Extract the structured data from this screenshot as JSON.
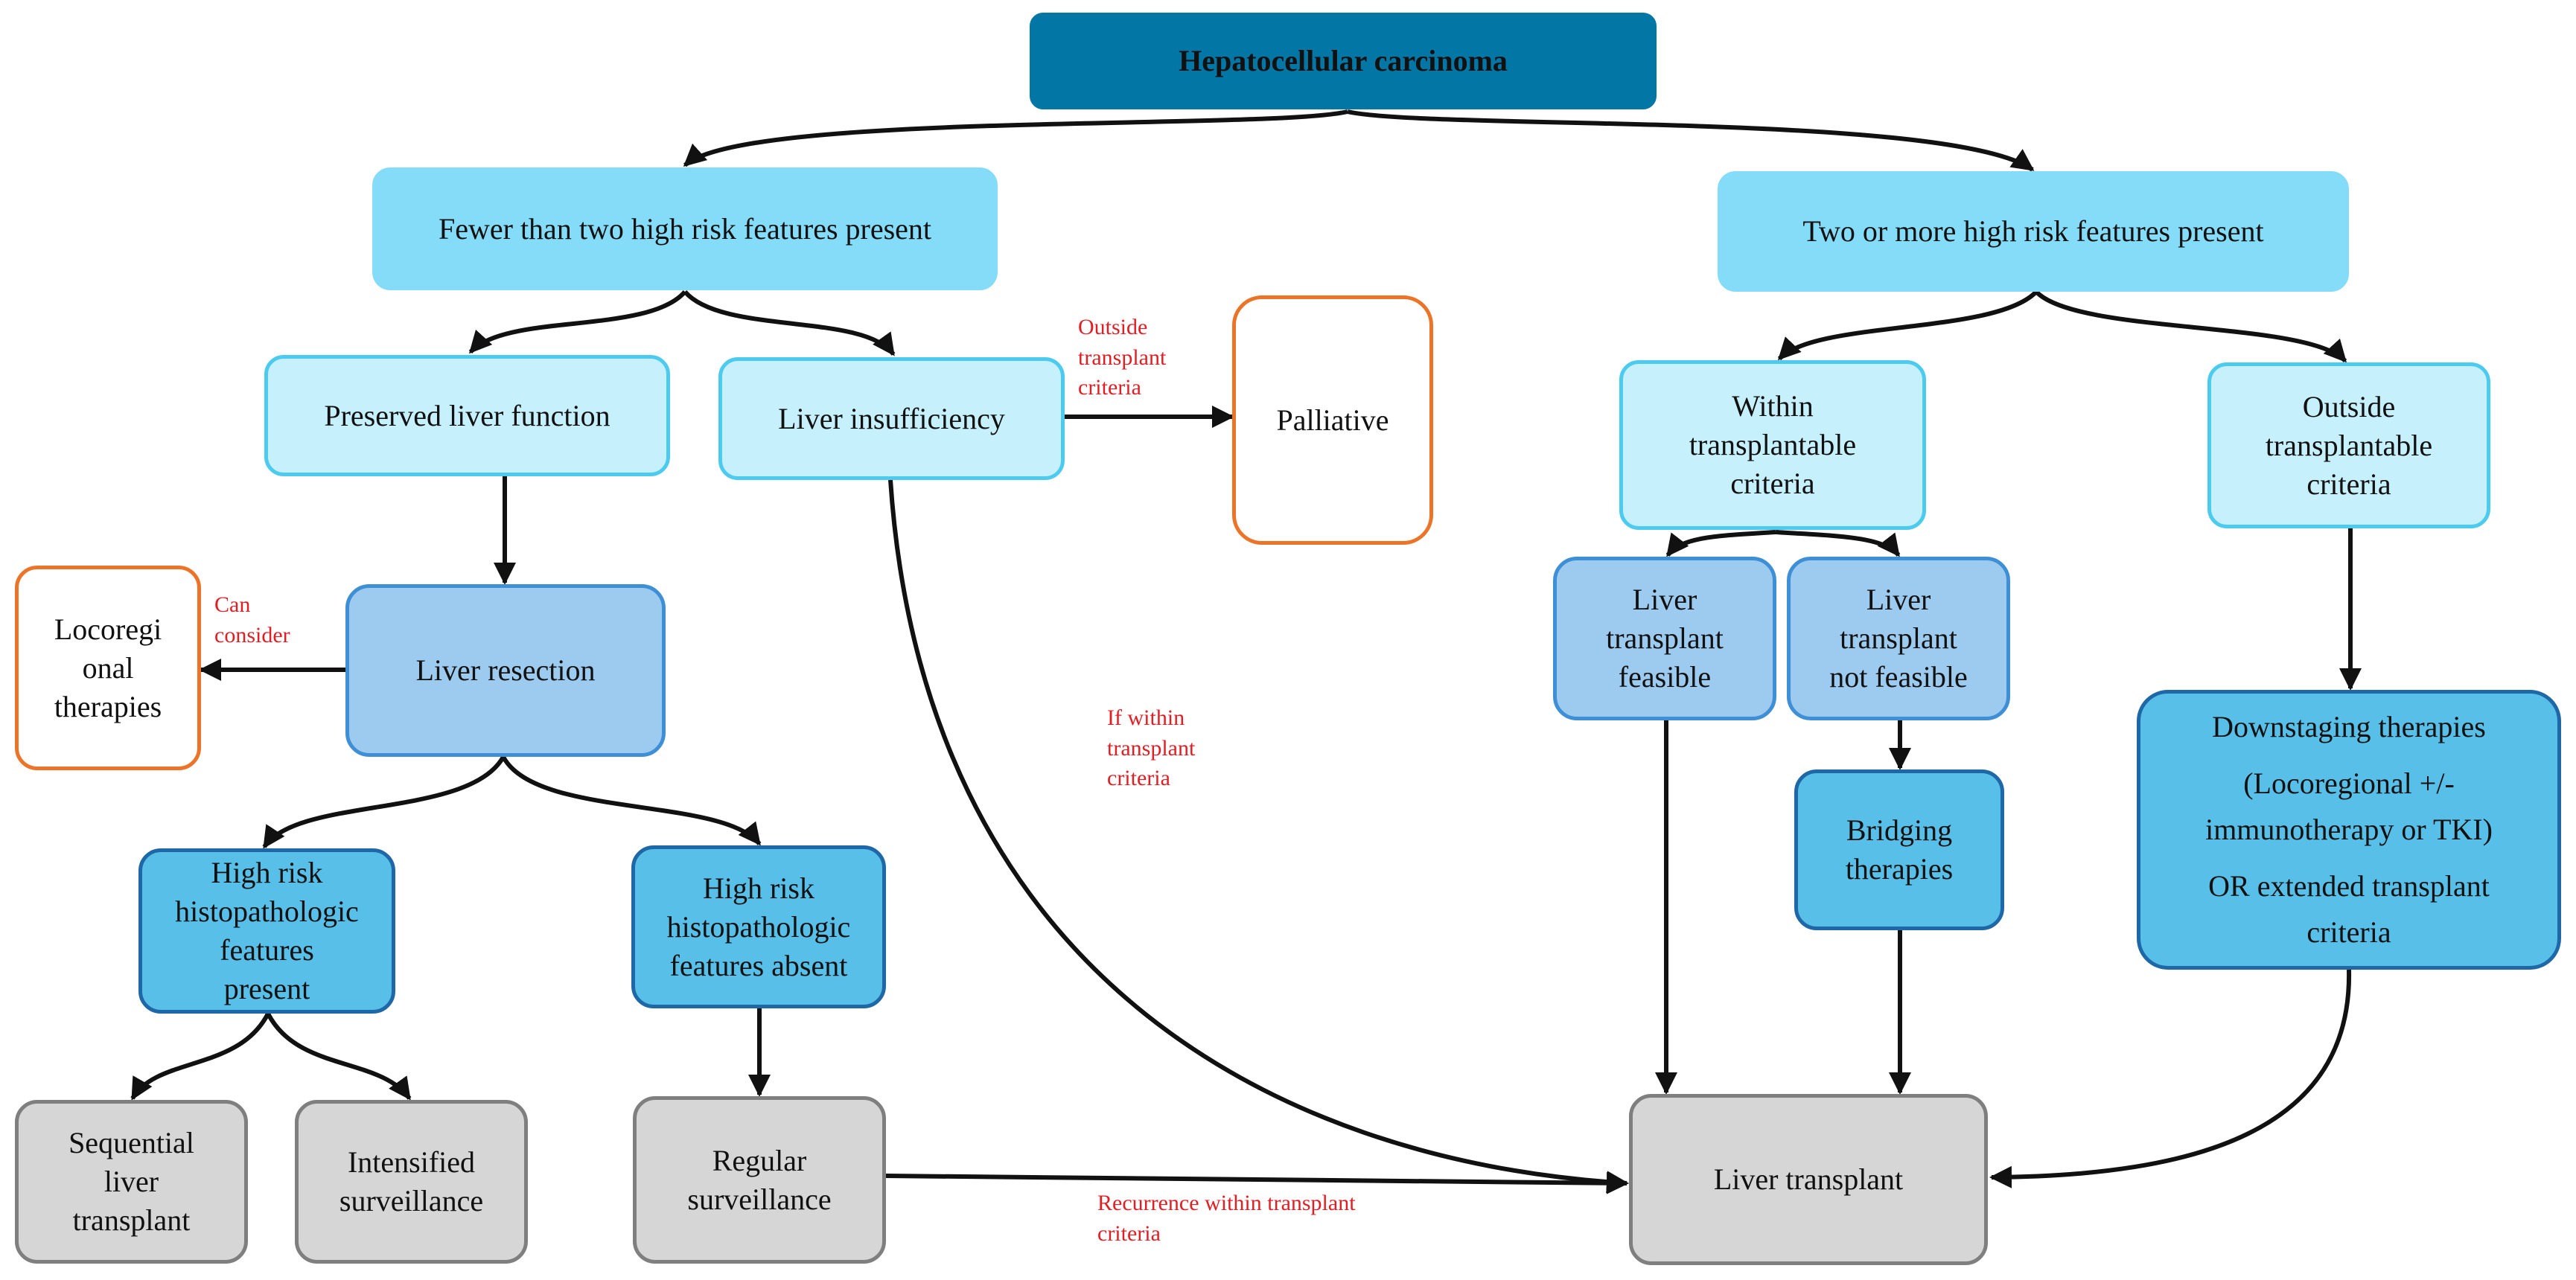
{
  "nodes": {
    "hcc": "Hepatocellular carcinoma",
    "fewer": "Fewer than two high risk features present",
    "two_more": "Two or more high risk features present",
    "preserved": "Preserved liver function",
    "insufficiency": "Liver insufficiency",
    "palliative": "Palliative",
    "locoregional": [
      "Locoregi",
      "onal",
      "therapies"
    ],
    "resection": "Liver resection",
    "hr_present": [
      "High risk",
      "histopathologic",
      "features",
      "present"
    ],
    "hr_absent": [
      "High risk",
      "histopathologic",
      "features absent"
    ],
    "sequential": [
      "Sequential",
      "liver",
      "transplant"
    ],
    "intensified": [
      "Intensified",
      "surveillance"
    ],
    "regular": [
      "Regular",
      "surveillance"
    ],
    "within": [
      "Within",
      "transplantable",
      "criteria"
    ],
    "outside": [
      "Outside",
      "transplantable",
      "criteria"
    ],
    "lt_feasible": [
      "Liver",
      "transplant",
      "feasible"
    ],
    "lt_not_feasible": [
      "Liver",
      "transplant",
      "not feasible"
    ],
    "bridging": [
      "Bridging",
      "therapies"
    ],
    "downstaging": [
      "Downstaging therapies",
      "(Locoregional +/-",
      "immunotherapy or TKI)",
      "OR extended transplant",
      "criteria"
    ],
    "liver_transplant": "Liver transplant"
  },
  "labels": {
    "outside_criteria": [
      "Outside",
      "transplant",
      "criteria"
    ],
    "can_consider": [
      "Can",
      "consider"
    ],
    "if_within": [
      "If within",
      "transplant",
      "criteria"
    ],
    "recurrence": [
      "Recurrence within transplant",
      "criteria"
    ]
  },
  "colors": {
    "edge": "#111111",
    "label": "#e01e24"
  }
}
